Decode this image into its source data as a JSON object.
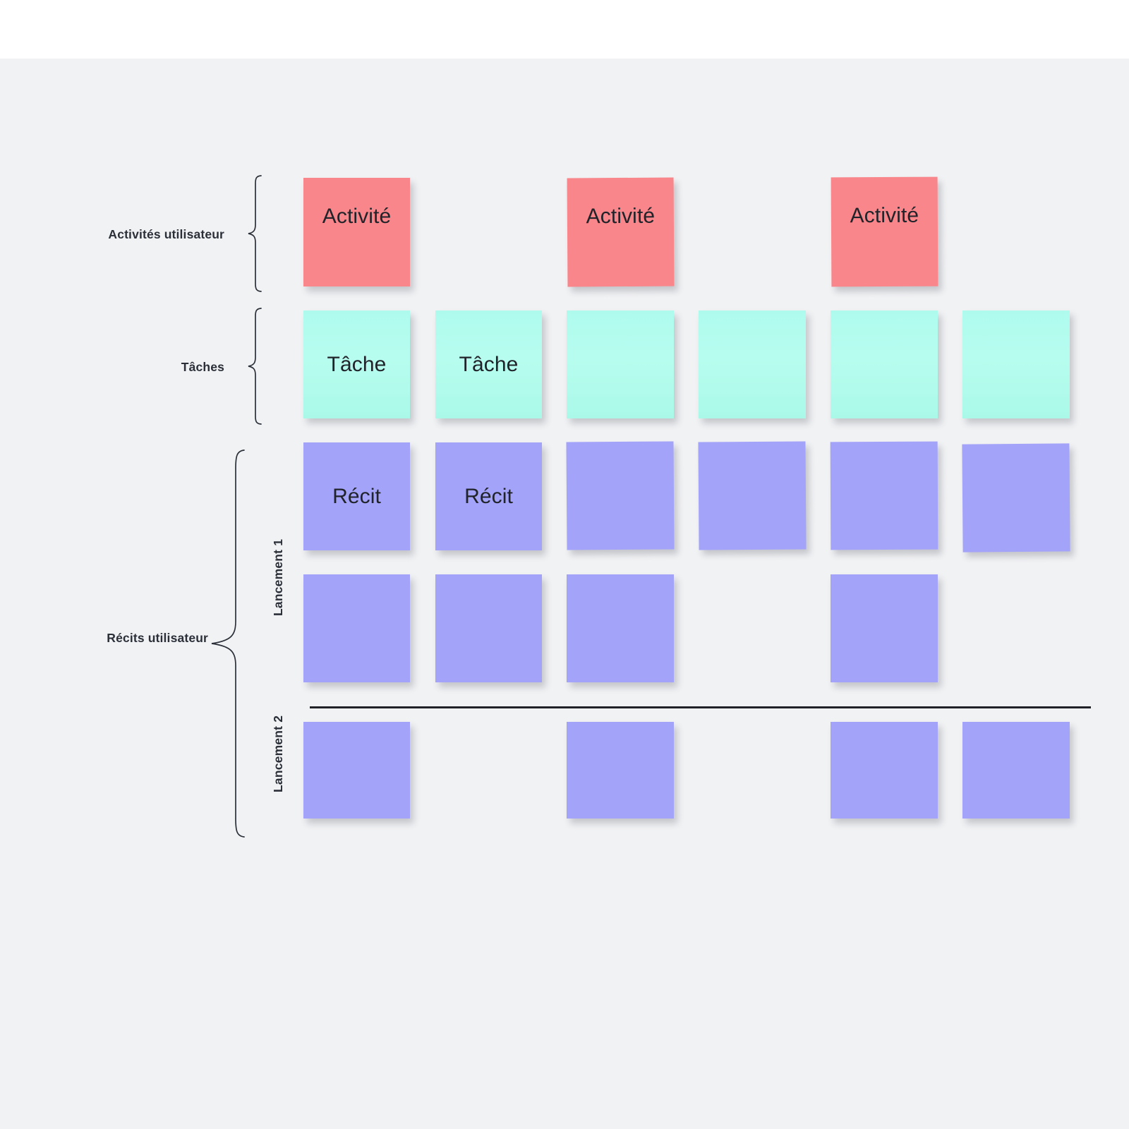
{
  "board": {
    "background_color": "#f1f2f4",
    "top_strip_color": "#ffffff"
  },
  "palette": {
    "activity_color": "#f9868a",
    "task_color": "#b3fbee",
    "story_color": "#a3a3fa",
    "brace_color": "#2b2f38",
    "divider_color": "#202227",
    "text_color": "#20232a"
  },
  "labels": {
    "user_activities": "Activités utilisateur",
    "tasks": "Tâches",
    "user_stories": "Récits utilisateur",
    "release_1": "Lancement 1",
    "release_2": "Lancement 2"
  },
  "notes": {
    "activity_text": "Activité",
    "task_text": "Tâche",
    "story_text": "Récit"
  },
  "rows": {
    "activities": {
      "name": "activities-row",
      "cards": [
        {
          "column": 1,
          "text": "Activité"
        },
        {
          "column": 3,
          "text": "Activité"
        },
        {
          "column": 5,
          "text": "Activité"
        }
      ]
    },
    "tasks": {
      "name": "tasks-row",
      "cards": [
        {
          "column": 1,
          "text": "Tâche"
        },
        {
          "column": 2,
          "text": "Tâche"
        },
        {
          "column": 3,
          "text": ""
        },
        {
          "column": 4,
          "text": ""
        },
        {
          "column": 5,
          "text": ""
        },
        {
          "column": 6,
          "text": ""
        }
      ]
    },
    "stories_row_1": {
      "name": "stories-row-1",
      "release": "Lancement 1",
      "cards": [
        {
          "column": 1,
          "text": "Récit"
        },
        {
          "column": 2,
          "text": "Récit"
        },
        {
          "column": 3,
          "text": ""
        },
        {
          "column": 4,
          "text": ""
        },
        {
          "column": 5,
          "text": ""
        },
        {
          "column": 6,
          "text": ""
        }
      ]
    },
    "stories_row_2": {
      "name": "stories-row-2",
      "release": "Lancement 1",
      "cards": [
        {
          "column": 1,
          "text": ""
        },
        {
          "column": 2,
          "text": ""
        },
        {
          "column": 3,
          "text": ""
        },
        {
          "column": 5,
          "text": ""
        }
      ]
    },
    "stories_row_3": {
      "name": "stories-row-3",
      "release": "Lancement 2",
      "cards": [
        {
          "column": 1,
          "text": ""
        },
        {
          "column": 3,
          "text": ""
        },
        {
          "column": 5,
          "text": ""
        },
        {
          "column": 6,
          "text": ""
        }
      ]
    }
  }
}
